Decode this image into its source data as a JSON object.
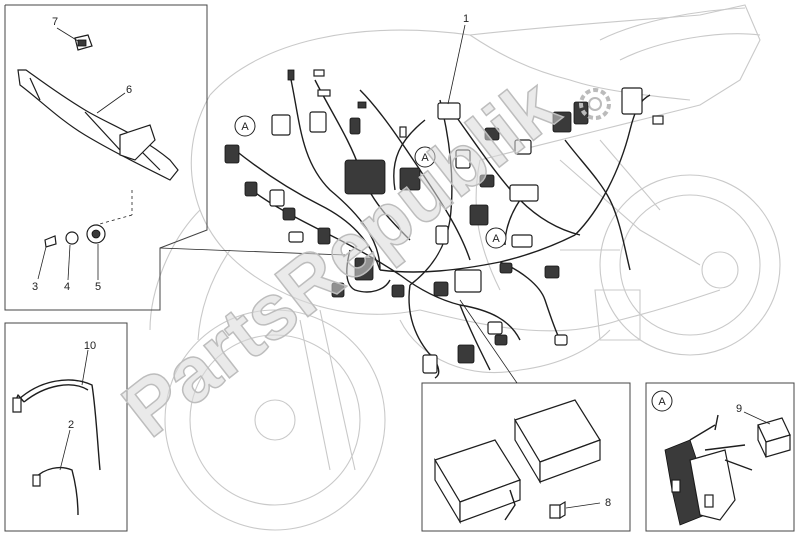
{
  "callouts": {
    "n1": "1",
    "n2": "2",
    "n3": "3",
    "n4": "4",
    "n5": "5",
    "n6": "6",
    "n7": "7",
    "n8": "8",
    "n9": "9",
    "n10": "10"
  },
  "connector_tag": "A",
  "watermark": "PartsRepublik"
}
